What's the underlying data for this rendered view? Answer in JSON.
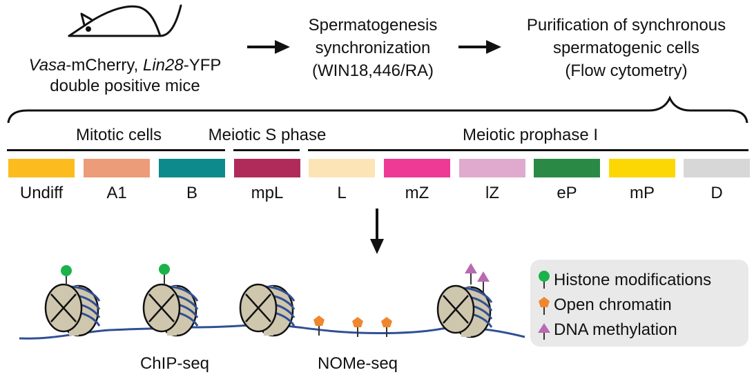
{
  "workflow": {
    "mice_line1_italic1": "Vasa",
    "mice_line1_rest1": "-mCherry, ",
    "mice_line1_italic2": "Lin28",
    "mice_line1_rest2": "-YFP",
    "mice_line2": "double positive mice",
    "step2": [
      "Spermatogenesis",
      "synchronization",
      "(WIN18,446/RA)"
    ],
    "step3": [
      "Purification of synchronous",
      "spermatogenic cells",
      "(Flow cytometry)"
    ]
  },
  "groups": [
    "Mitotic cells",
    "Meiotic S phase",
    "Meiotic prophase I"
  ],
  "stages": [
    {
      "label": "Undiff",
      "color": "#fcbb1e"
    },
    {
      "label": "A1",
      "color": "#ec9c79"
    },
    {
      "label": "B",
      "color": "#0d8a8c"
    },
    {
      "label": "mpL",
      "color": "#b02b5a"
    },
    {
      "label": "L",
      "color": "#fde4b6"
    },
    {
      "label": "mZ",
      "color": "#ee3a94"
    },
    {
      "label": "lZ",
      "color": "#dfaacd"
    },
    {
      "label": "eP",
      "color": "#2a8a45"
    },
    {
      "label": "mP",
      "color": "#fdd703"
    },
    {
      "label": "D",
      "color": "#d7d7d7"
    }
  ],
  "methods": {
    "left": "ChIP-seq",
    "right": "NOMe-seq"
  },
  "legend": [
    {
      "label": "Histone modifications",
      "icon": "green-circle-icon",
      "color": "#1bb24b"
    },
    {
      "label": "Open chromatin",
      "icon": "orange-pentagon-icon",
      "color": "#f0862e"
    },
    {
      "label": "DNA methylation",
      "icon": "purple-triangle-icon",
      "color": "#b86bb0"
    }
  ],
  "colors": {
    "dna": "#2f4f95",
    "nucleosome": "#cfc6ae"
  }
}
